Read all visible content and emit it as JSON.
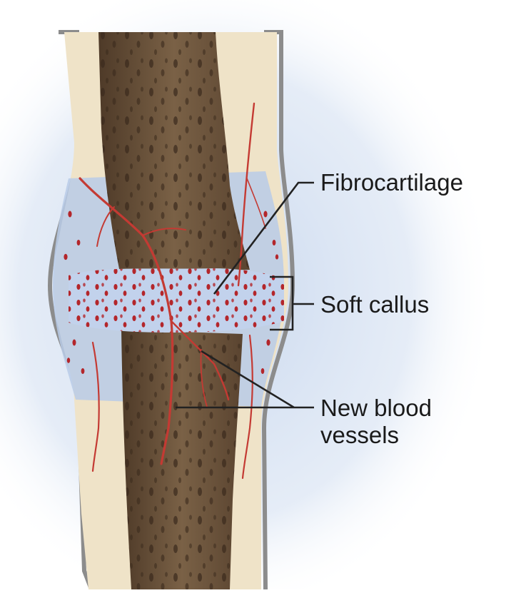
{
  "labels": {
    "fibrocartilage": "Fibrocartilage",
    "soft_callus": "Soft callus",
    "new_blood_vessels_line1": "New blood",
    "new_blood_vessels_line2": "vessels"
  },
  "colors": {
    "background_glow": "#c9d8ee",
    "periosteum_outline": "#8c8c8c",
    "compact_bone": "#efe3c8",
    "spongy_bone": "#6b533c",
    "callus": "#b9cbe8",
    "blood_vessel": "#c43a33",
    "leader_line": "#222222"
  }
}
